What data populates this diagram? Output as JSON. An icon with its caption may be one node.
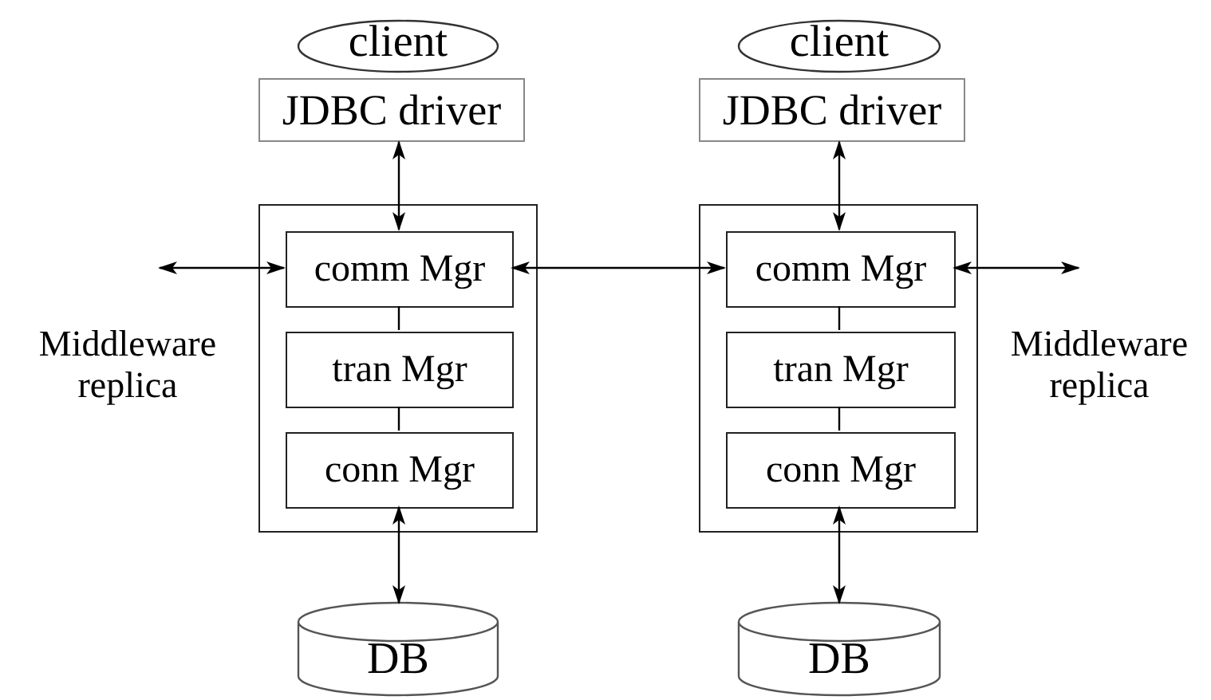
{
  "diagram": {
    "nodes": [
      {
        "text": [
          "client"
        ]
      },
      {
        "text": [
          "client"
        ]
      },
      {
        "text": [
          "JDBC driver"
        ]
      },
      {
        "text": [
          "JDBC driver"
        ]
      },
      {
        "text": [],
        "shape": "box"
      },
      {
        "text": [
          "comm Mgr"
        ],
        "in": 4
      },
      {
        "text": [
          "tran Mgr"
        ],
        "in": 4
      },
      {
        "text": [
          "conn Mgr"
        ],
        "in": 4
      },
      {
        "text": [],
        "shape": "box"
      },
      {
        "text": [
          "comm Mgr"
        ],
        "in": 8
      },
      {
        "text": [
          "tran Mgr"
        ],
        "in": 8
      },
      {
        "text": [
          "conn Mgr"
        ],
        "in": 8
      },
      {
        "text": [
          "DB"
        ]
      },
      {
        "text": [
          "DB"
        ]
      }
    ],
    "edges": [
      {
        "from": 2,
        "to": 5,
        "arrow": "both"
      },
      {
        "from": 3,
        "to": 9,
        "arrow": "both"
      },
      {
        "from": null,
        "to": 5,
        "arrow": "both"
      },
      {
        "from": 5,
        "to": 9,
        "arrow": "both"
      },
      {
        "from": 9,
        "to": null,
        "arrow": "both"
      },
      {
        "from": 5,
        "to": 6,
        "arrow": "none"
      },
      {
        "from": 6,
        "to": 7,
        "arrow": "none"
      },
      {
        "from": 9,
        "to": 10,
        "arrow": "none"
      },
      {
        "from": 10,
        "to": 11,
        "arrow": "none"
      },
      {
        "from": 7,
        "to": 12,
        "arrow": "both"
      },
      {
        "from": 11,
        "to": 13,
        "arrow": "both"
      }
    ],
    "labels": [
      "Middleware replica",
      "Middleware replica"
    ]
  }
}
